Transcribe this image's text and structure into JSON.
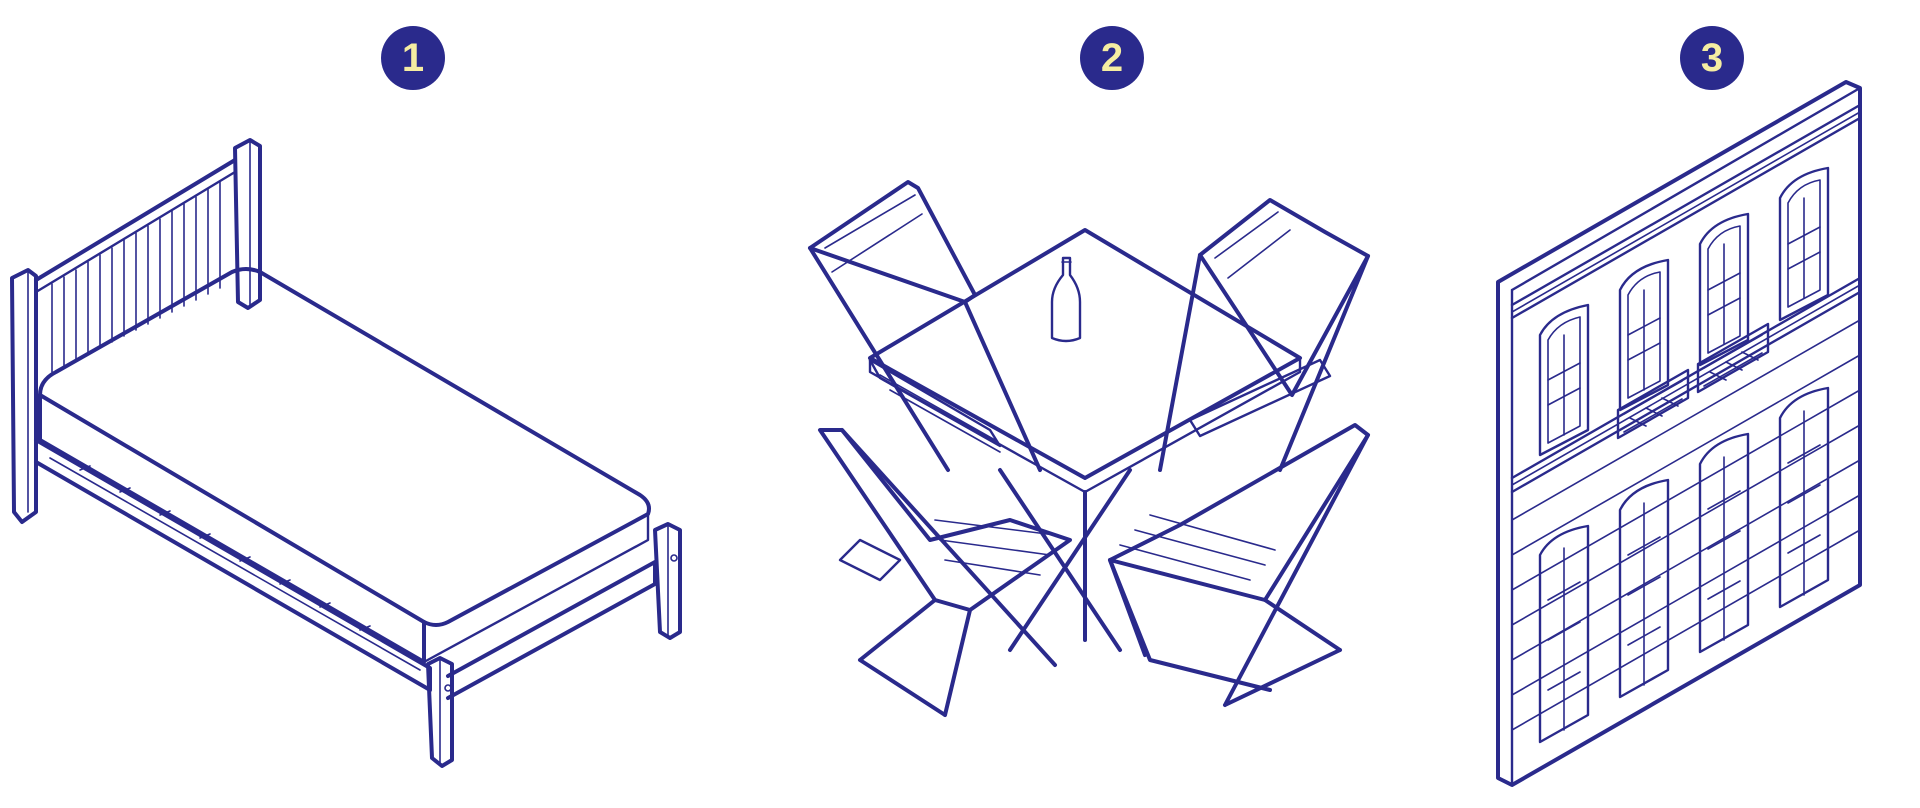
{
  "colors": {
    "ink": "#2a2a8c",
    "badge_fill": "#2a2a8c",
    "badge_text": "#f5eda2",
    "background": "#ffffff"
  },
  "panels": [
    {
      "number": "1",
      "icon": "bed-icon"
    },
    {
      "number": "2",
      "icon": "table-with-chairs-icon"
    },
    {
      "number": "3",
      "icon": "building-facade-icon"
    }
  ]
}
